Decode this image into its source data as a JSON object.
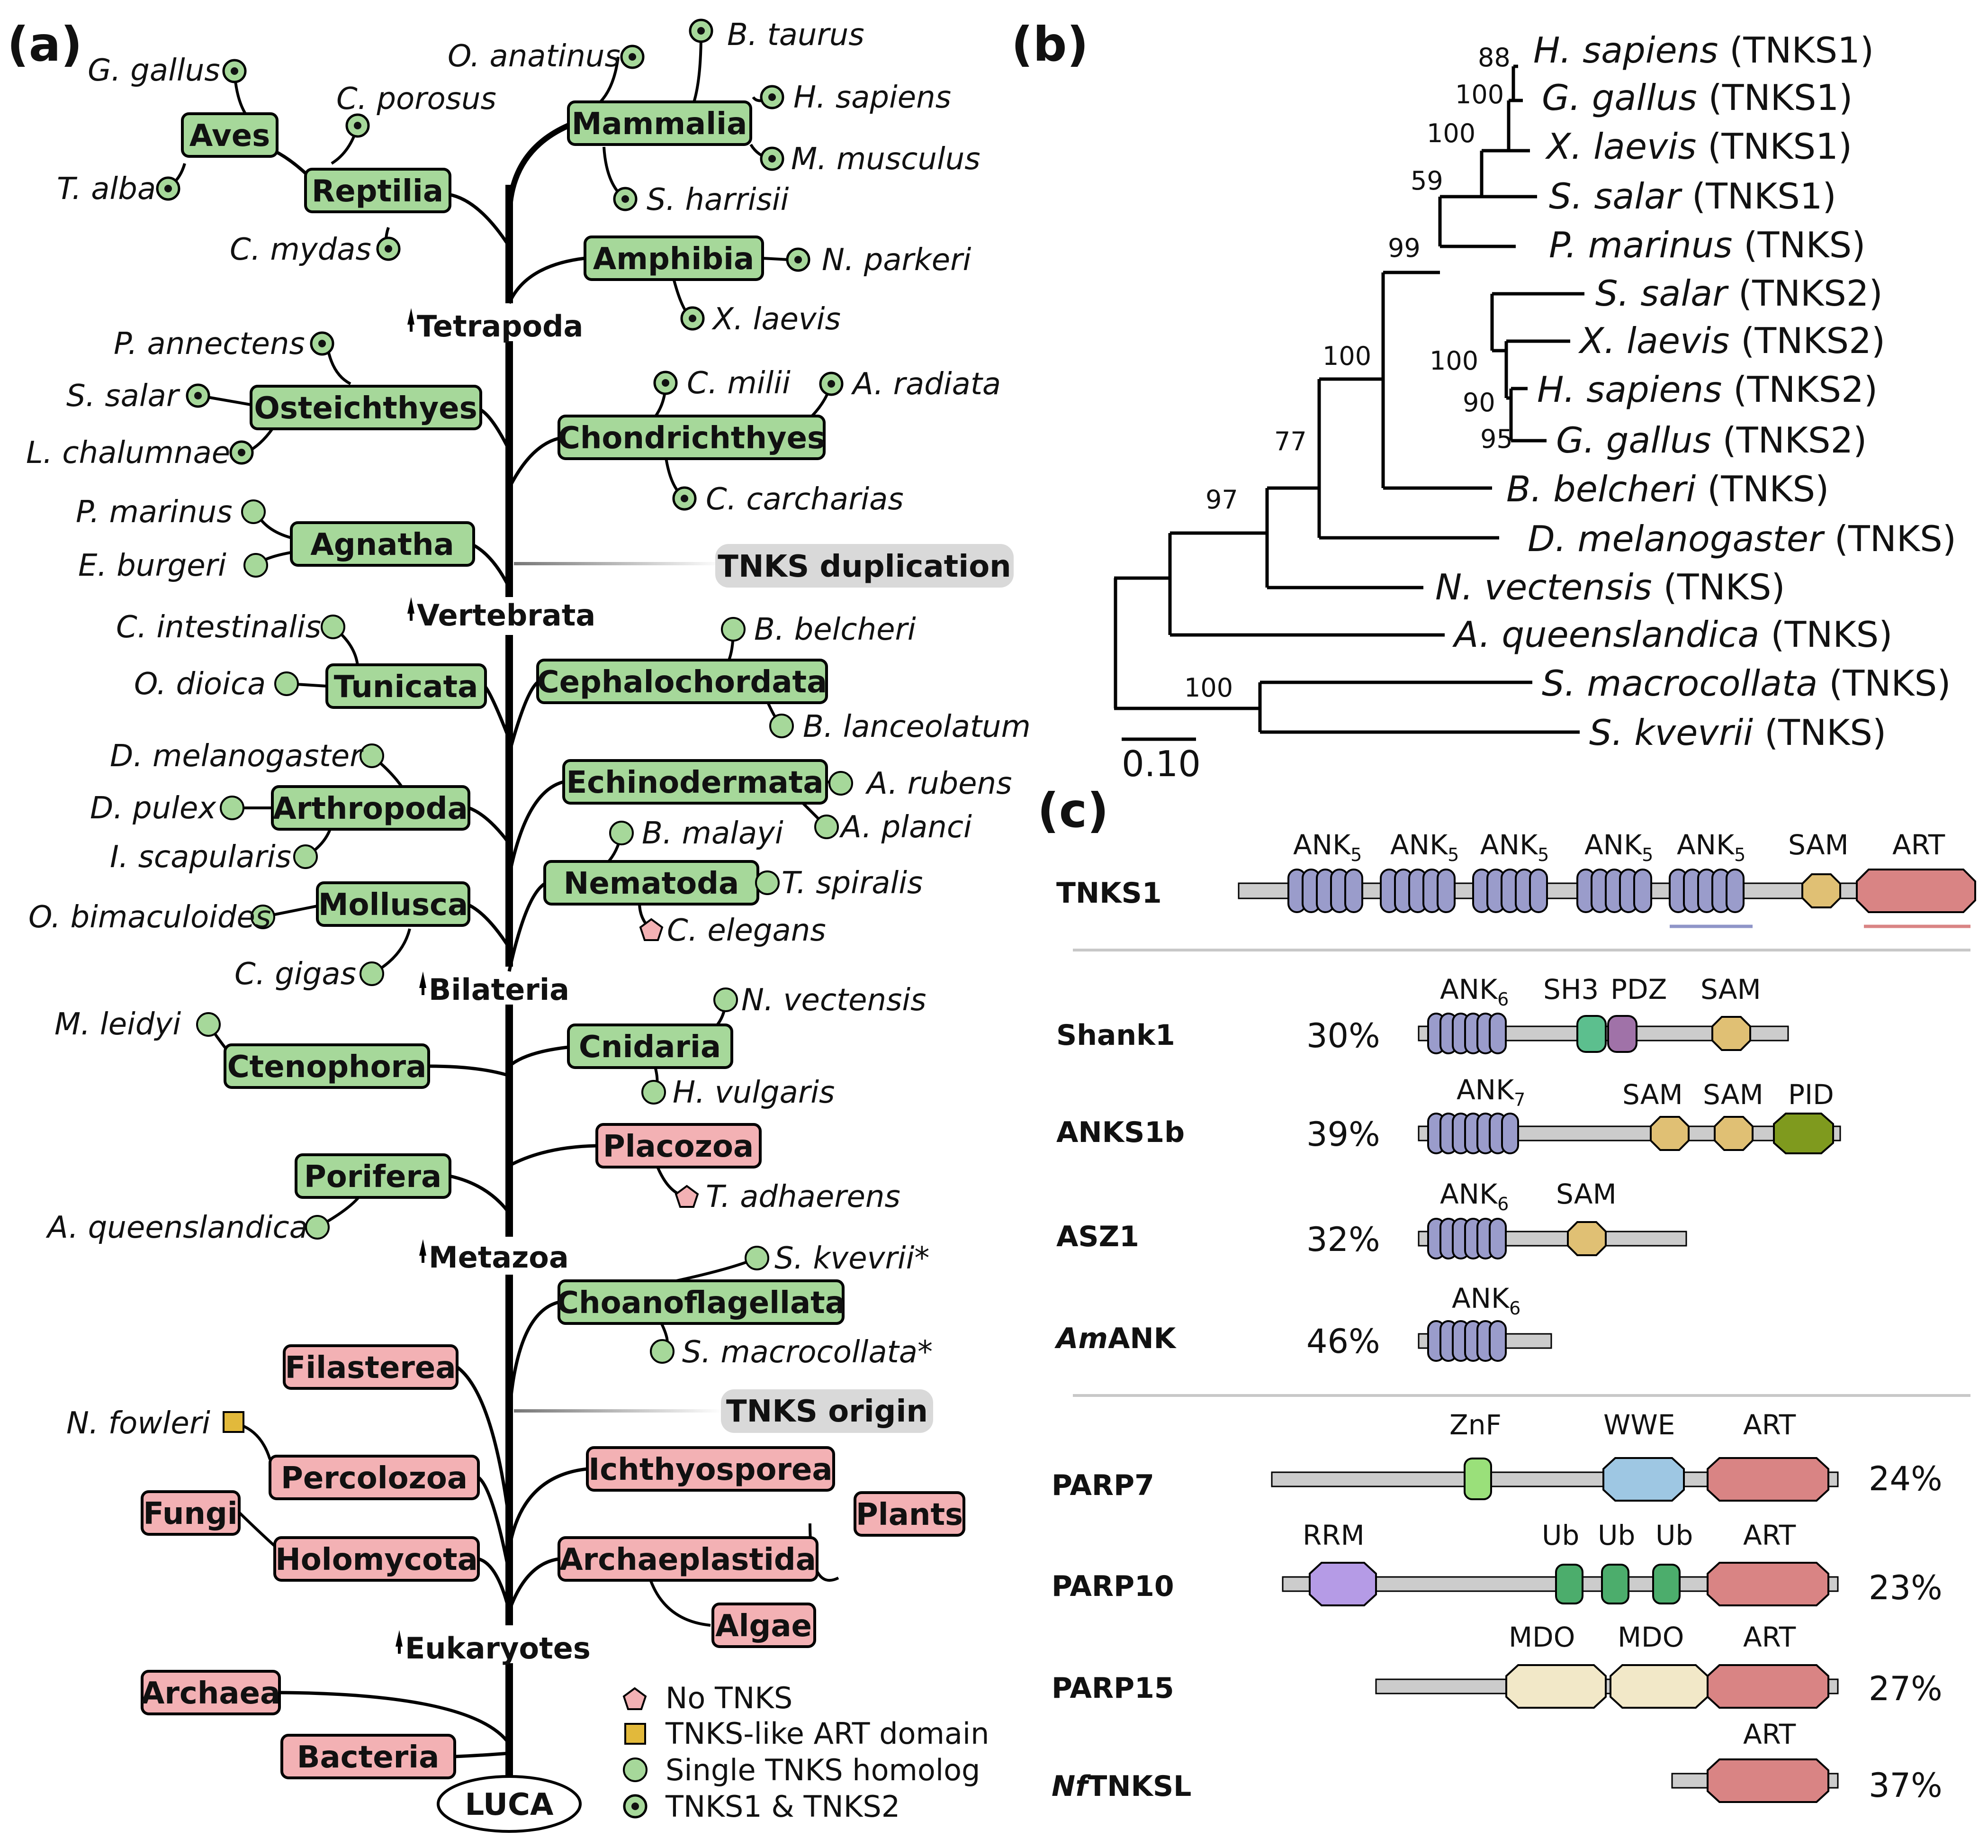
{
  "panels": {
    "a": "(a)",
    "b": "(b)",
    "c": "(c)"
  },
  "tree_a": {
    "root": "LUCA",
    "events": [
      "Tetrapoda",
      "Vertebrata",
      "Bilateria",
      "Metazoa",
      "Eukaryotes"
    ],
    "annotations": {
      "duplication": "TNKS duplication",
      "origin": "TNKS origin"
    },
    "groups": [
      "Aves",
      "Reptilia",
      "Mammalia",
      "Amphibia",
      "Osteichthyes",
      "Chondrichthyes",
      "Agnatha",
      "Tunicata",
      "Cephalochordata",
      "Arthropoda",
      "Echinodermata",
      "Nematoda",
      "Mollusca",
      "Ctenophora",
      "Cnidaria",
      "Placozoa",
      "Porifera",
      "Choanoflagellata",
      "Filasterea",
      "Percolozoa",
      "Ichthyosporea",
      "Fungi",
      "Holomycota",
      "Archaeplastida",
      "Plants",
      "Algae",
      "Archaea",
      "Bacteria"
    ],
    "species": [
      "G. gallus",
      "T. alba",
      "C. porosus",
      "C. mydas",
      "O. anatinus",
      "B. taurus",
      "H. sapiens",
      "M. musculus",
      "S. harrisii",
      "N. parkeri",
      "X. laevis",
      "P. annectens",
      "S. salar",
      "L. chalumnae",
      "C. milii",
      "A. radiata",
      "C. carcharias",
      "P. marinus",
      "E. burgeri",
      "C. intestinalis",
      "O. dioica",
      "B. belcheri",
      "B. lanceolatum",
      "D. melanogaster",
      "D. pulex",
      "I. scapularis",
      "A. rubens",
      "A. planci",
      "B. malayi",
      "T. spiralis",
      "C. elegans",
      "O. bimaculoides",
      "C. gigas",
      "M. leidyi",
      "N. vectensis",
      "H. vulgaris",
      "T. adhaerens",
      "A. queenslandica",
      "S. kvevrii*",
      "S. macrocollata*",
      "N. fowleri"
    ],
    "legend": [
      "No TNKS",
      "TNKS-like ART domain",
      "Single TNKS homolog",
      "TNKS1 & TNKS2"
    ]
  },
  "tree_b": {
    "tips": [
      {
        "sp": "H. sapiens",
        "gene": "(TNKS1)"
      },
      {
        "sp": "G. gallus",
        "gene": "(TNKS1)"
      },
      {
        "sp": "X. laevis",
        "gene": "(TNKS1)"
      },
      {
        "sp": "S. salar",
        "gene": "(TNKS1)"
      },
      {
        "sp": "P. marinus",
        "gene": "(TNKS)"
      },
      {
        "sp": "S. salar",
        "gene": "(TNKS2)"
      },
      {
        "sp": "X. laevis",
        "gene": "(TNKS2)"
      },
      {
        "sp": "H. sapiens",
        "gene": "(TNKS2)"
      },
      {
        "sp": "G. gallus",
        "gene": "(TNKS2)"
      },
      {
        "sp": "B. belcheri",
        "gene": "(TNKS)"
      },
      {
        "sp": "D. melanogaster",
        "gene": "(TNKS)"
      },
      {
        "sp": "N. vectensis",
        "gene": "(TNKS)"
      },
      {
        "sp": "A. queenslandica",
        "gene": "(TNKS)"
      },
      {
        "sp": "S. macrocollata",
        "gene": "(TNKS)"
      },
      {
        "sp": "S. kvevrii",
        "gene": "(TNKS)"
      }
    ],
    "bootstrap": [
      "88",
      "100",
      "100",
      "59",
      "99",
      "100",
      "90",
      "95",
      "100",
      "77",
      "97",
      "100"
    ],
    "scale": "0.10"
  },
  "domains_c": {
    "proteins": [
      {
        "name": "TNKS1",
        "pct": ""
      },
      {
        "name": "Shank1",
        "pct": "30%"
      },
      {
        "name": "ANKS1b",
        "pct": "39%"
      },
      {
        "name": "ASZ1",
        "pct": "32%"
      },
      {
        "name_it": "Am",
        "name": "ANK",
        "pct": "46%"
      },
      {
        "name": "PARP7",
        "pct": "24%"
      },
      {
        "name": "PARP10",
        "pct": "23%"
      },
      {
        "name": "PARP15",
        "pct": "27%"
      },
      {
        "name_it": "Nf",
        "name": "TNKSL",
        "pct": "37%"
      }
    ],
    "labels": {
      "ank": "ANK",
      "n5": "5",
      "n6": "6",
      "n7": "7",
      "sam": "SAM",
      "art": "ART",
      "sh3": "SH3",
      "pdz": "PDZ",
      "pid": "PID",
      "znf": "ZnF",
      "wwe": "WWE",
      "rrm": "RRM",
      "ub": "Ub",
      "mdo": "MDO"
    }
  },
  "colors": {
    "green": "#a6d89a",
    "pink": "#f3b1b4",
    "ank": "#9a9ccb",
    "sam": "#e0c074",
    "art": "#d98484",
    "sh3": "#5cbf8e",
    "pdz": "#a072a8",
    "pid": "#7f9a1e",
    "znf": "#9ae07a",
    "wwe": "#9ec7e3",
    "rrm": "#b59be6",
    "ub": "#4cad6c",
    "mdo": "#f2e8c8",
    "bar": "#cccccc"
  }
}
